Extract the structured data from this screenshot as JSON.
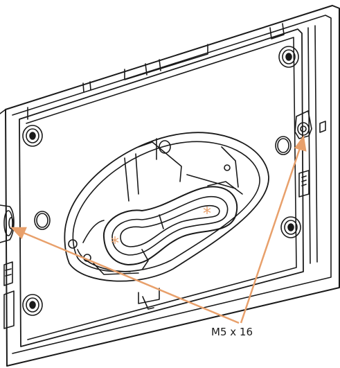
{
  "diagram": {
    "callout": {
      "label": "M5 x 16",
      "target_count": 2,
      "color": "#e8a06b"
    },
    "markers": {
      "symbol": "*",
      "count": 2,
      "color": "#e8a06b"
    },
    "line_color": "#1a1a1a",
    "background": "#ffffff"
  }
}
